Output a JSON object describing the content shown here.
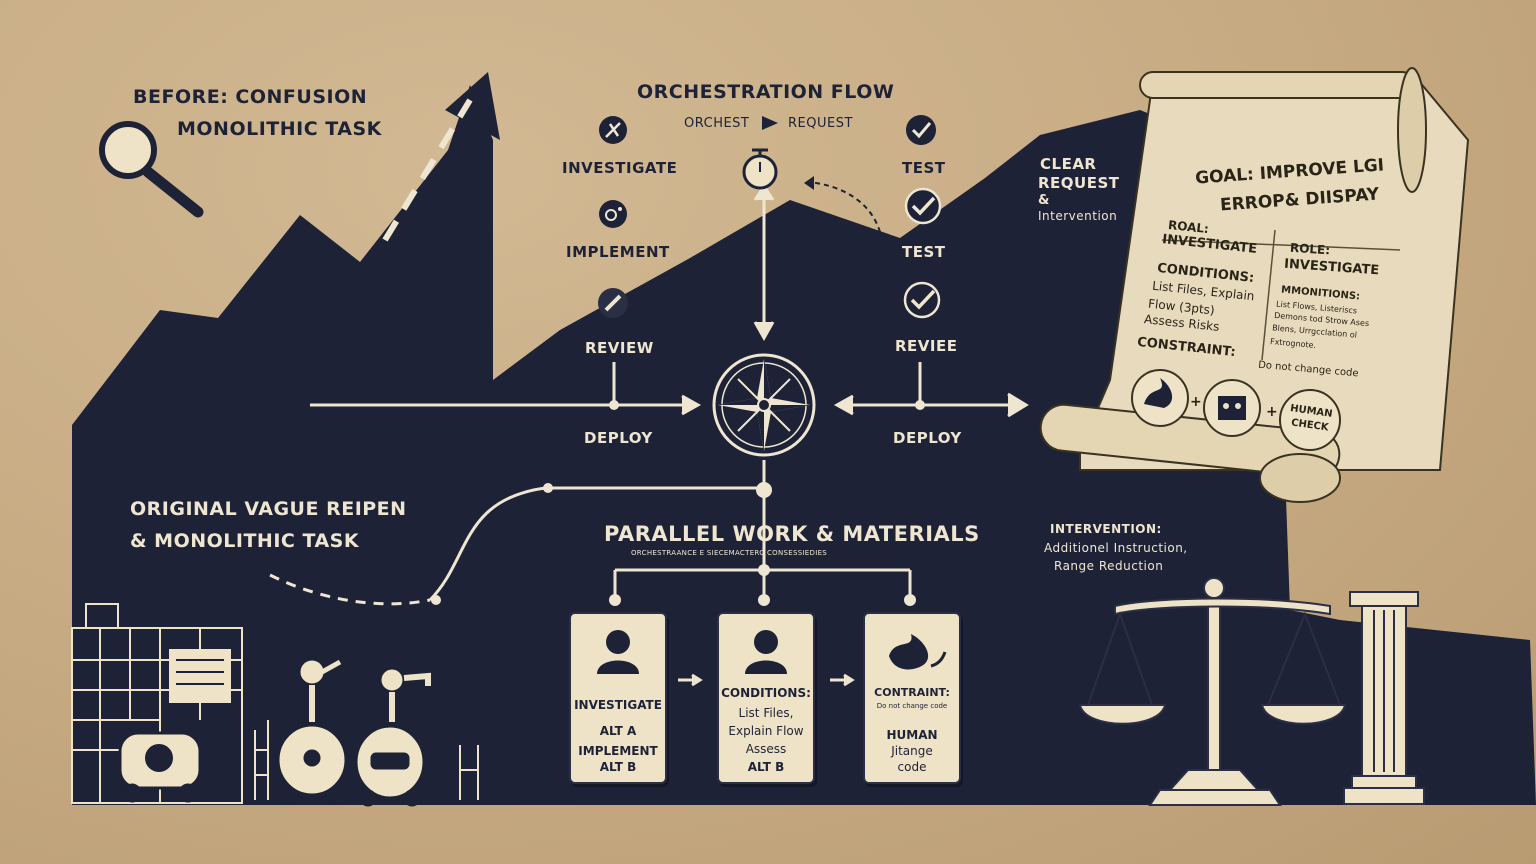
{
  "before": {
    "title": "BEFORE: CONFUSION",
    "subtitle": "MONOLITHIC TASK"
  },
  "flow": {
    "title": "ORCHESTRATION FLOW",
    "orchest": "ORCHEST",
    "request": "REQUEST",
    "left_steps": [
      "INVESTIGATE",
      "IMPLEMENT",
      "REVIEW",
      "DEPLOY"
    ],
    "right_steps": [
      "TEST",
      "TEST",
      "REVIEE",
      "DEPLOY"
    ]
  },
  "clear": {
    "line1": "CLEAR",
    "line2": "REQUEST",
    "line3": "&",
    "line4": "Intervention"
  },
  "original": {
    "line1": "ORIGINAL  VAGUE REIPEN",
    "line2": "& MONOLITHIC TASK"
  },
  "parallel": {
    "title": "PARALLEL WORK & MATERIALS",
    "subtitle": "ORCHESTRAANCE E SIECEMACTERC CONSESSIEDIES",
    "cards": [
      {
        "lines": [
          "INVESTIGATE",
          "ALT A",
          "IMPLEMENT",
          "ALT B"
        ]
      },
      {
        "lines": [
          "CONDITIONS:",
          "List Files,",
          "Explain Flow",
          "Assess",
          "ALT B"
        ]
      },
      {
        "lines": [
          "CONTRAINT:",
          "Do not change code",
          "HUMAN",
          "Jitange",
          "code"
        ]
      }
    ]
  },
  "scroll": {
    "title1": "GOAL: IMPROVE LGI",
    "title2": "ERROP& DIISPAY",
    "roal": "ROAL:",
    "roal_value": "INVESTIGATE",
    "role": "ROLE:",
    "role_value": "INVESTIGATE",
    "conditions": "CONDITIONS:",
    "cond_lines": [
      "List Files, Explain",
      "Flow (3pts)",
      "Assess Risks"
    ],
    "monitions": "MMONITIONS:",
    "mon_lines": [
      "List Flows, Listeriscs",
      "Demons tod Strow Ases",
      "Blens, Urrgcclation ol",
      "Fxtrognote."
    ],
    "constraint": "CONSTRAINT:",
    "constraint_value": "Do not change code",
    "plus1": "+",
    "plus2": "+",
    "human1": "HUMAN",
    "human2": "CHECK"
  },
  "intervention": {
    "title": "INTERVENTION:",
    "line1": "Additionel Instruction,",
    "line2": "Range Reduction"
  },
  "colors": {
    "navy": "#1d2236",
    "kraft": "#c8ad87",
    "parchment": "#efe3c7",
    "cream": "#efe6d2"
  }
}
